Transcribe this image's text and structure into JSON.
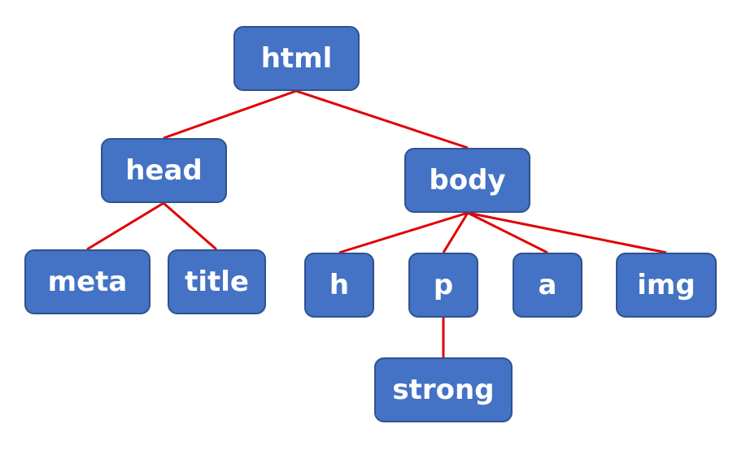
{
  "nodes": {
    "html": "html",
    "head": "head",
    "body": "body",
    "meta": "meta",
    "title": "title",
    "h": "h",
    "p": "p",
    "a": "a",
    "img": "img",
    "strong": "strong"
  },
  "edges": [
    [
      "html",
      "head"
    ],
    [
      "html",
      "body"
    ],
    [
      "head",
      "meta"
    ],
    [
      "head",
      "title"
    ],
    [
      "body",
      "h"
    ],
    [
      "body",
      "p"
    ],
    [
      "body",
      "a"
    ],
    [
      "body",
      "img"
    ],
    [
      "p",
      "strong"
    ]
  ],
  "colors": {
    "node_fill": "#4472c4",
    "node_border": "#2f528f",
    "node_text": "#ffffff",
    "edge": "#e00000"
  }
}
